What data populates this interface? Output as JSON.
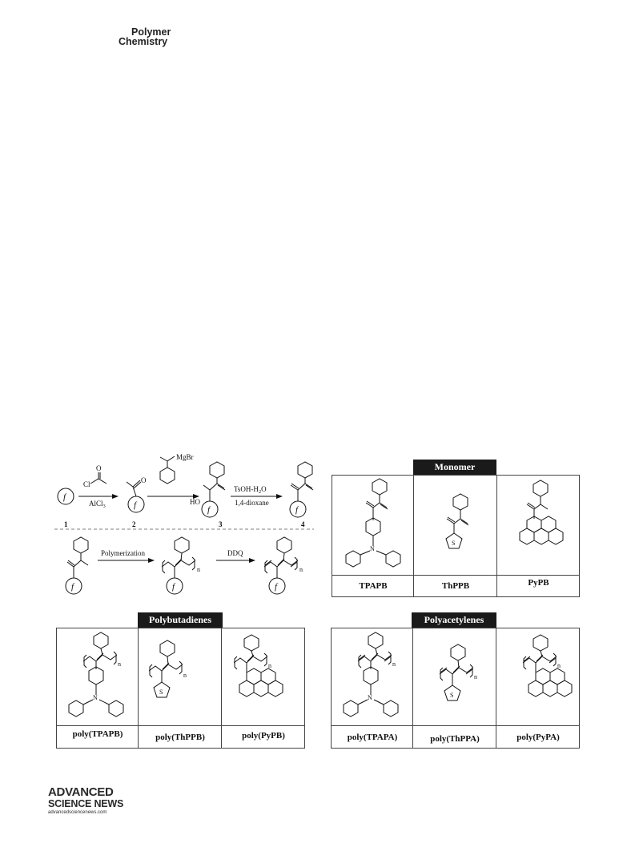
{
  "journal": {
    "line1": "Polymer",
    "line2": "Chemistry"
  },
  "scheme": {
    "reagents": {
      "acyl_o": "O",
      "acyl_cl": "Cl",
      "lewis_acid": "AlCl",
      "lewis_acid_sub": "3",
      "ketone_o": "O",
      "grignard": "MgBr",
      "ho": "HO",
      "acid": "TsOH-H",
      "acid_sub": "2",
      "acid_tail": "O",
      "solvent": "1,4-dioxane",
      "polymerization": "Polymerization",
      "oxidant": "DDQ",
      "n": "n",
      "f": "f"
    },
    "compounds": [
      "1",
      "2",
      "3",
      "4"
    ]
  },
  "monomer_box": {
    "title": "Monomer",
    "captions": [
      "TPAPB",
      "ThPPB",
      "PyPB"
    ]
  },
  "polybutadiene_box": {
    "title": "Polybutadienes",
    "captions": [
      "poly(TPAPB)",
      "poly(ThPPB)",
      "poly(PyPB)"
    ]
  },
  "polyacetylene_box": {
    "title": "Polyacetylenes",
    "captions": [
      "poly(TPAPA)",
      "poly(ThPPA)",
      "poly(PyPA)"
    ]
  },
  "atoms": {
    "n_atom": "N",
    "s_atom": "S"
  },
  "publisher": {
    "line1": "ADVANCED",
    "line2": "SCIENCE NEWS",
    "url": "advancedsciencenews.com"
  }
}
